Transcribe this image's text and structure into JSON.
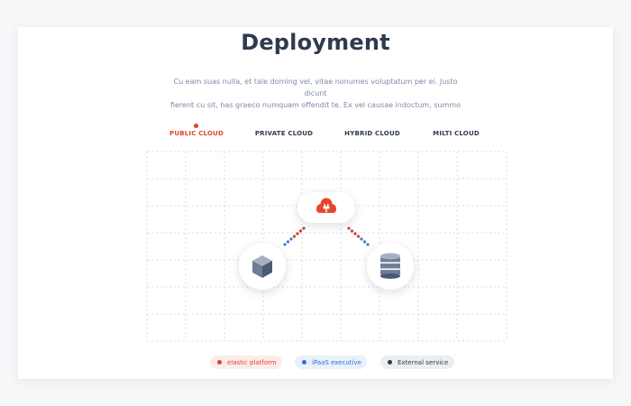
{
  "page": {
    "title": "Deployment",
    "description_line1": "Cu eam suas nulla, et tale doming vel, vitae nonumes voluptatum per ei. Justo dicunt",
    "description_line2": "fierent cu sit, has graeco numquam offendit te. Ex vel causae indoctum, summo"
  },
  "tabs": [
    {
      "label": "PUBLIC CLOUD",
      "active": true
    },
    {
      "label": "PRIVATE CLOUD",
      "active": false
    },
    {
      "label": "HYBRID CLOUD",
      "active": false
    },
    {
      "label": "MILTI CLOUD",
      "active": false
    }
  ],
  "diagram": {
    "nodes": [
      {
        "name": "cloud-plug-icon",
        "color": "#e8452f"
      },
      {
        "name": "cube-icon",
        "color": "#6f7d98"
      },
      {
        "name": "database-icon",
        "color": "#6f7d98"
      }
    ],
    "connector_colors": {
      "red": "#c9402c",
      "blue": "#3b7bd4"
    }
  },
  "legend": [
    {
      "label": "elastic platform",
      "color": "#d9472b",
      "text_color": "#d9472b"
    },
    {
      "label": "iPaaS executive",
      "color": "#2a74d6",
      "text_color": "#2a74d6"
    },
    {
      "label": "External service",
      "color": "#2e3a4f",
      "text_color": "#2e3a4f"
    }
  ],
  "colors": {
    "title": "#2e3a4f",
    "accent": "#d9472b",
    "muted_text": "#7d8aa3",
    "grid": "#d7dbe2"
  }
}
